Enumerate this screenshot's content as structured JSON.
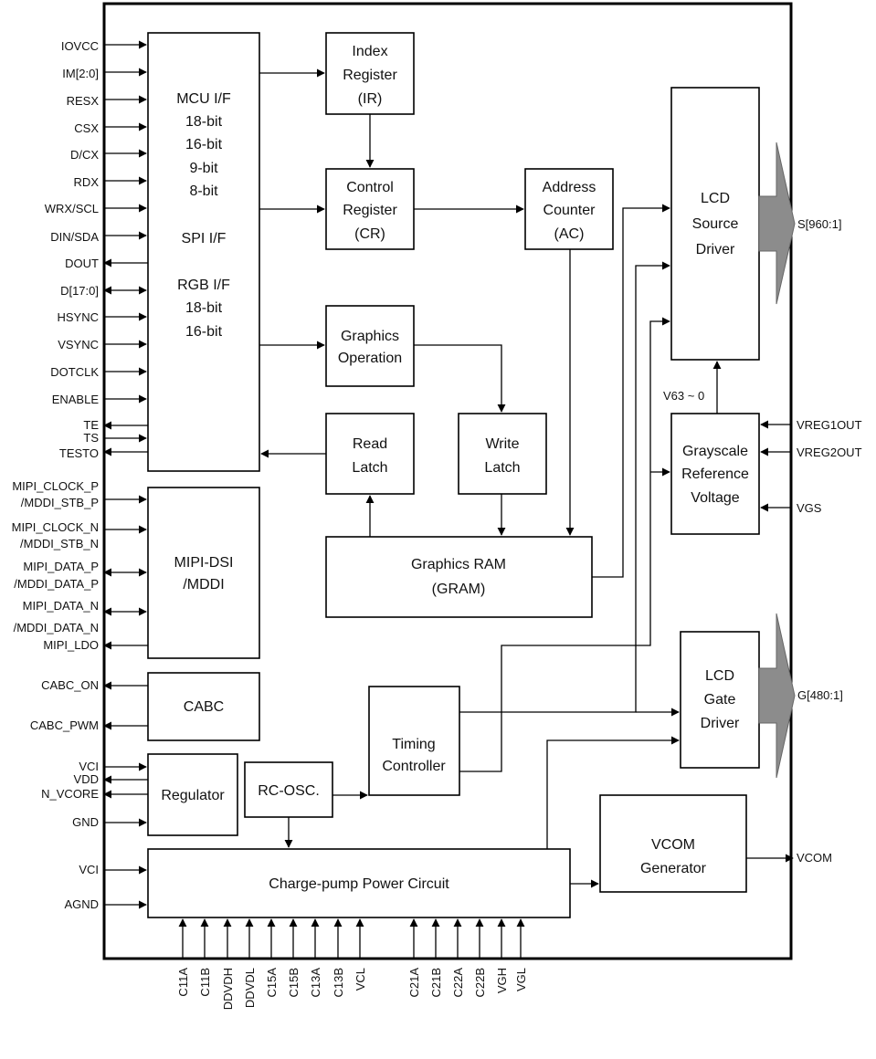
{
  "pins_left": {
    "iovcc": "IOVCC",
    "im": "IM[2:0]",
    "resx": "RESX",
    "csx": "CSX",
    "dcx": "D/CX",
    "rdx": "RDX",
    "wrx": "WRX/SCL",
    "din": "DIN/SDA",
    "dout": "DOUT",
    "d17": "D[17:0]",
    "hsync": "HSYNC",
    "vsync": "VSYNC",
    "dotclk": "DOTCLK",
    "enable": "ENABLE",
    "te": "TE",
    "ts": "TS",
    "testo": "TESTO",
    "clkp1": "MIPI_CLOCK_P",
    "clkp2": "/MDDI_STB_P",
    "clkn1": "MIPI_CLOCK_N",
    "clkn2": "/MDDI_STB_N",
    "datp1": "MIPI_DATA_P",
    "datp2": "/MDDI_DATA_P",
    "datn1": "MIPI_DATA_N",
    "datn2": "/MDDI_DATA_N",
    "ldo": "MIPI_LDO",
    "cabc_on": "CABC_ON",
    "cabc_pwm": "CABC_PWM",
    "vci1": "VCI",
    "vdd": "VDD",
    "nvcore": "N_VCORE",
    "gnd": "GND",
    "vci2": "VCI",
    "agnd": "AGND"
  },
  "pins_right": {
    "source": "S[960:1]",
    "gate": "G[480:1]",
    "vreg1": "VREG1OUT",
    "vreg2": "VREG2OUT",
    "vgs": "VGS",
    "vcom": "VCOM",
    "v63": "V63 ~ 0"
  },
  "pins_bottom": [
    "C11A",
    "C11B",
    "DDVDH",
    "DDVDL",
    "C15A",
    "C15B",
    "C13A",
    "C13B",
    "VCL",
    "C21A",
    "C21B",
    "C22A",
    "C22B",
    "VGH",
    "VGL"
  ],
  "blocks": {
    "mcu": [
      "MCU  I/F",
      "18-bit",
      "16-bit",
      "9-bit",
      "8-bit",
      "",
      "SPI I/F",
      "",
      "RGB  I/F",
      "18-bit",
      "16-bit"
    ],
    "index": [
      "Index",
      "Register",
      "(IR)"
    ],
    "control": [
      "Control",
      "Register",
      "(CR)"
    ],
    "address": [
      "Address",
      "Counter",
      "(AC)"
    ],
    "lcd_source": [
      "LCD",
      "Source",
      "Driver"
    ],
    "graphics_op": [
      "Graphics",
      "Operation"
    ],
    "read_latch": [
      "Read",
      "Latch"
    ],
    "write_latch": [
      "Write",
      "Latch"
    ],
    "grayscale": [
      "Grayscale",
      "Reference",
      "Voltage"
    ],
    "gram": [
      "Graphics RAM",
      "(GRAM)"
    ],
    "mipi": [
      "MIPI-DSI",
      "/MDDI"
    ],
    "cabc": [
      "CABC"
    ],
    "lcd_gate": [
      "LCD",
      "Gate",
      "Driver"
    ],
    "timing": [
      "Timing",
      "Controller"
    ],
    "regulator": [
      "Regulator"
    ],
    "rcosc": [
      "RC-OSC."
    ],
    "vcom_gen": [
      "VCOM",
      "Generator"
    ],
    "charge_pump": [
      "Charge-pump Power Circuit"
    ]
  }
}
